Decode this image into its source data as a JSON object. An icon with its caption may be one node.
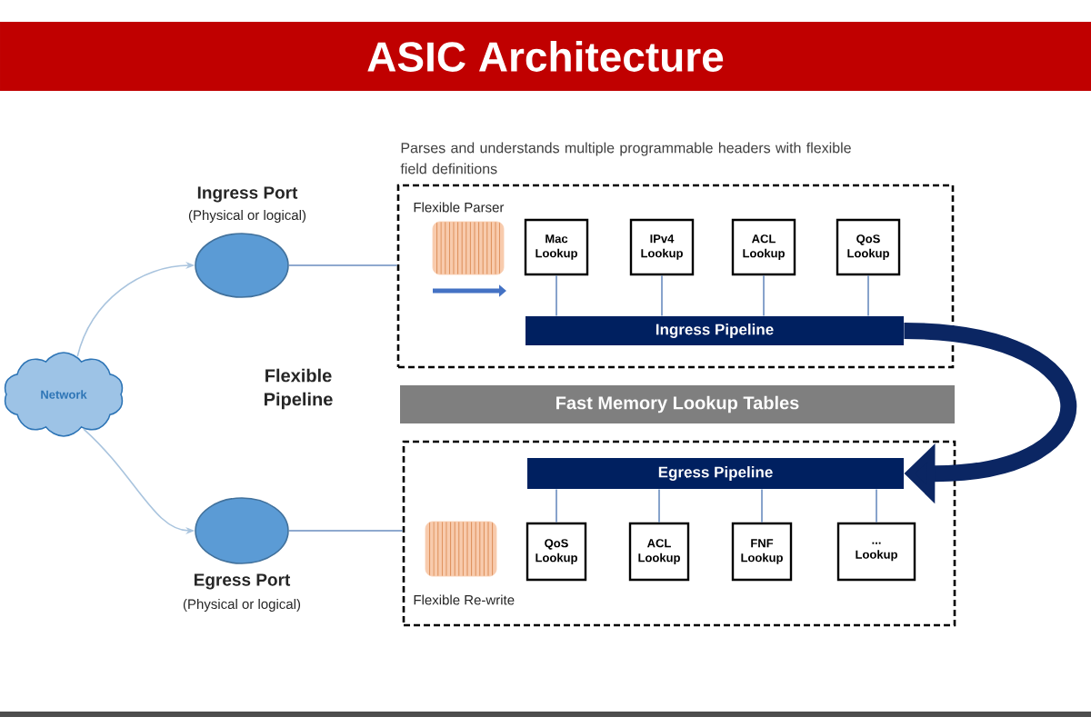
{
  "diagram": {
    "title": "ASIC Architecture",
    "nodes": [
      {
        "text": [
          "Network"
        ]
      },
      {
        "text": [
          "Ingress Port",
          "(Physical or logical)"
        ]
      },
      {
        "text": [
          "Egress Port",
          "(Physical or logical)"
        ]
      },
      {
        "text": [
          "Parses and understands multiple programmable headers with flexible field definitions"
        ]
      },
      {
        "text": [
          "Flexible Parser"
        ],
        "in": 3
      },
      {
        "text": [
          "Mac Lookup"
        ],
        "in": 3
      },
      {
        "text": [
          "IPv4 Lookup"
        ],
        "in": 3
      },
      {
        "text": [
          "ACL Lookup"
        ],
        "in": 3
      },
      {
        "text": [
          "QoS Lookup"
        ],
        "in": 3
      },
      {
        "text": [
          "Ingress Pipeline"
        ],
        "in": 3
      },
      {
        "text": [
          "Fast Memory Lookup Tables"
        ]
      },
      {
        "text": [],
        "shape": "box"
      },
      {
        "text": [
          "Egress Pipeline"
        ],
        "in": 11
      },
      {
        "text": [
          "Flexible Re-write"
        ],
        "in": 11
      },
      {
        "text": [
          "QoS Lookup"
        ],
        "in": 11
      },
      {
        "text": [
          "ACL Lookup"
        ],
        "in": 11
      },
      {
        "text": [
          "FNF Lookup"
        ],
        "in": 11
      },
      {
        "text": [
          "... Lookup"
        ],
        "in": 11
      }
    ],
    "edges": [
      {
        "from": 0,
        "to": 1,
        "arrow": "to",
        "color": "#a9c4de"
      },
      {
        "from": 0,
        "to": 2,
        "arrow": "to",
        "color": "#a9c4de"
      },
      {
        "from": 1,
        "to": 3,
        "arrow": "none"
      },
      {
        "from": 2,
        "to": 11,
        "arrow": "none"
      },
      {
        "from": 5,
        "to": 9,
        "arrow": "none"
      },
      {
        "from": 6,
        "to": 9,
        "arrow": "none"
      },
      {
        "from": 7,
        "to": 9,
        "arrow": "none"
      },
      {
        "from": 8,
        "to": 9,
        "arrow": "none"
      },
      {
        "from": 12,
        "to": 14,
        "arrow": "none"
      },
      {
        "from": 12,
        "to": 15,
        "arrow": "none"
      },
      {
        "from": 12,
        "to": 16,
        "arrow": "none"
      },
      {
        "from": 12,
        "to": 17,
        "arrow": "none"
      },
      {
        "from": 9,
        "to": 12,
        "arrow": "to",
        "style": "thick",
        "color": "#0b2663"
      }
    ],
    "labels": [
      "Flexible Pipeline"
    ]
  }
}
